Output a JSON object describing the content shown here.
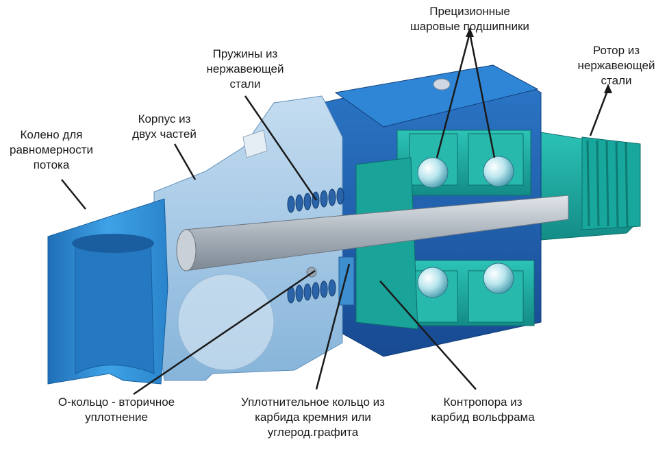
{
  "labels": {
    "elbow": [
      "Колено для",
      "равномерности",
      "потока"
    ],
    "housing": [
      "Корпус из",
      "двух частей"
    ],
    "springs": [
      "Пружины из",
      "нержавеющей",
      "стали"
    ],
    "bearings": [
      "Прецизионные",
      "шаровые подшипники"
    ],
    "rotor": [
      "Ротор из",
      "нержавеющей",
      "стали"
    ],
    "oring": [
      "О-кольцо - вторичное",
      "уплотнение"
    ],
    "seal": [
      "Уплотнительное кольцо из",
      "карбида кремния или",
      "углерод.графита"
    ],
    "counterface": [
      "Контропора из",
      "карбид вольфрама"
    ]
  },
  "colors": {
    "elbow_blue": "#2f8fd6",
    "housing_light": "#9cc6e6",
    "body_dark_blue": "#1f5fae",
    "teal": "#1fb3a8",
    "shaft_gray": "#b4bcc4",
    "spring_blue": "#2a63a8",
    "line": "#1a1a1a"
  }
}
